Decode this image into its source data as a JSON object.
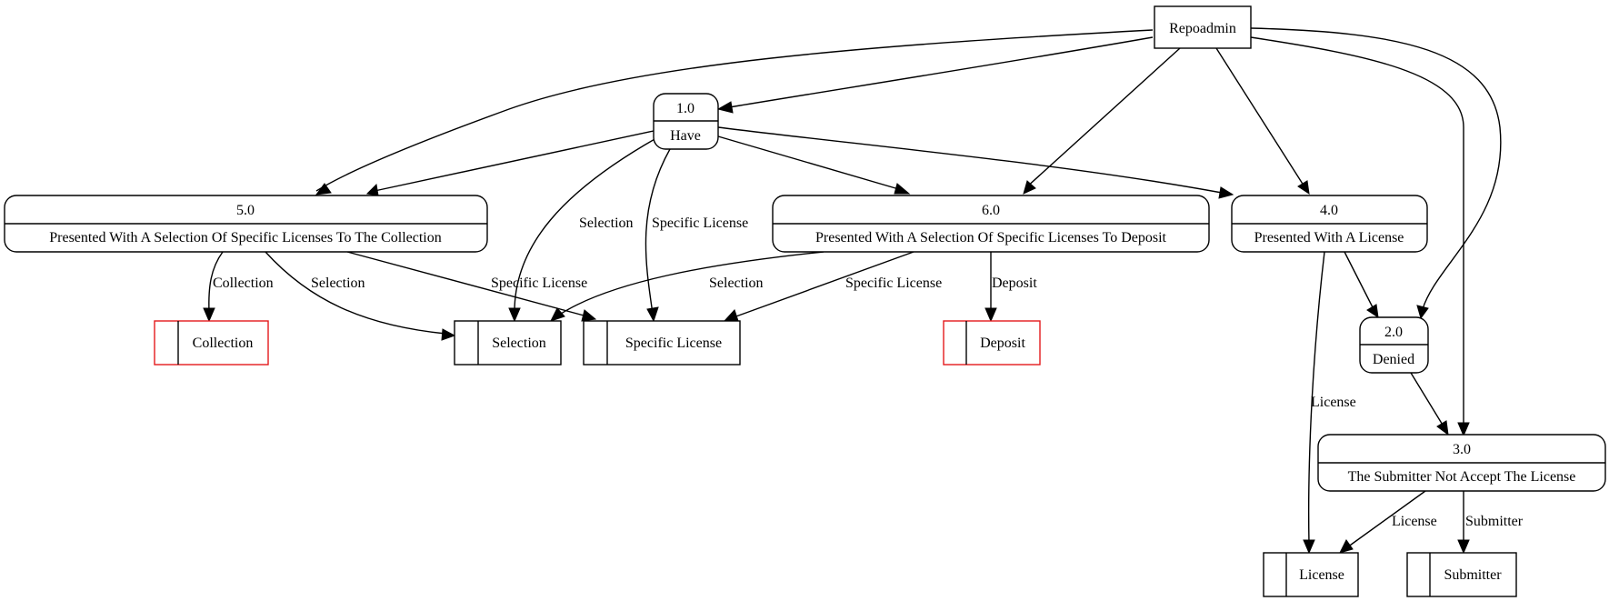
{
  "entity": {
    "label": "Repoadmin"
  },
  "processes": {
    "p1": {
      "id": "1.0",
      "label": "Have"
    },
    "p2": {
      "id": "2.0",
      "label": "Denied"
    },
    "p3": {
      "id": "3.0",
      "label": "The Submitter Not Accept The License"
    },
    "p4": {
      "id": "4.0",
      "label": "Presented With A License"
    },
    "p5": {
      "id": "5.0",
      "label": "Presented With A Selection Of Specific Licenses To The Collection"
    },
    "p6": {
      "id": "6.0",
      "label": "Presented With A Selection Of Specific Licenses To Deposit"
    }
  },
  "stores": {
    "collection": "Collection",
    "selection": "Selection",
    "specific_license": "Specific License",
    "deposit": "Deposit",
    "license": "License",
    "submitter": "Submitter"
  },
  "edge_labels": {
    "p1_selection": "Selection",
    "p1_specific_license": "Specific License",
    "p5_collection": "Collection",
    "p5_selection": "Selection",
    "p5_specific_license": "Specific License",
    "p6_selection": "Selection",
    "p6_specific_license": "Specific License",
    "p6_deposit": "Deposit",
    "p4_license": "License",
    "p3_license": "License",
    "p3_submitter": "Submitter"
  },
  "colors": {
    "line": "#000000",
    "highlight_store": "#e41a1c"
  }
}
